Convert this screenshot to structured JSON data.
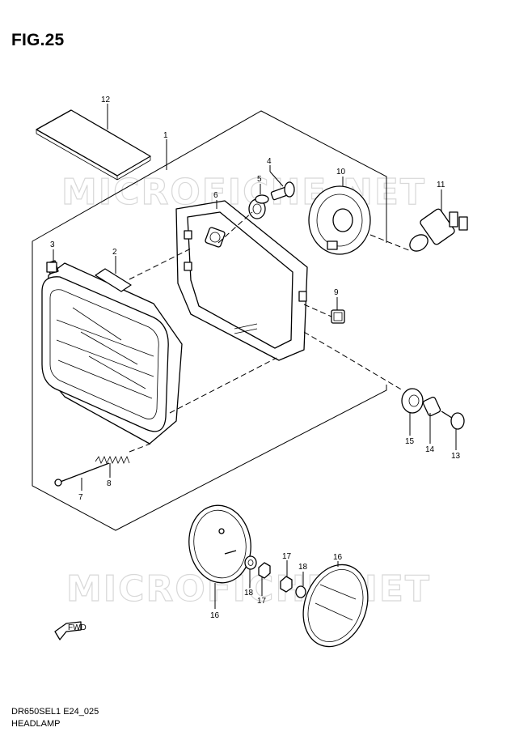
{
  "figure": {
    "title": "FIG.25"
  },
  "watermark": {
    "text": "MICROFICHE.NET"
  },
  "fwd_label": "FWD",
  "footer": {
    "model_code": "DR650SEL1 E24_025",
    "section_name": "HEADLAMP"
  },
  "callouts": {
    "c1": "1",
    "c2": "2",
    "c3": "3",
    "c4": "4",
    "c5": "5",
    "c6": "6",
    "c7": "7",
    "c8": "8",
    "c9": "9",
    "c10": "10",
    "c11": "11",
    "c12": "12",
    "c13": "13",
    "c14": "14",
    "c15": "15",
    "c16a": "16",
    "c16b": "16",
    "c17a": "17",
    "c17b": "17",
    "c18a": "18",
    "c18b": "18"
  }
}
